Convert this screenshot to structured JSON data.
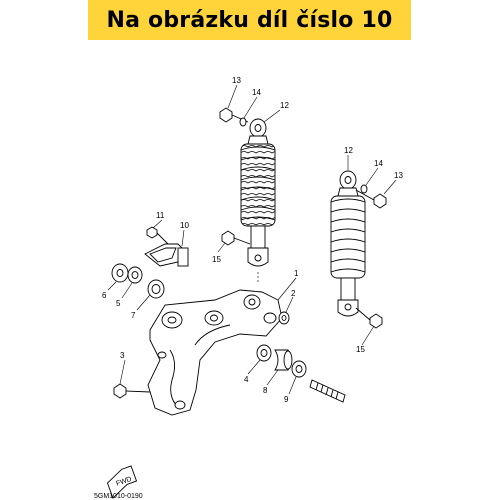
{
  "banner": {
    "title": "Na obrázku díl číslo 10",
    "color": "#ffd43b"
  },
  "diagram": {
    "callouts": [
      "1",
      "2",
      "3",
      "4",
      "5",
      "6",
      "7",
      "8",
      "9",
      "10",
      "11",
      "12",
      "12",
      "13",
      "13",
      "14",
      "14",
      "15",
      "15"
    ],
    "fwd_label": "FWD",
    "part_code": "5GM1010-0190"
  }
}
